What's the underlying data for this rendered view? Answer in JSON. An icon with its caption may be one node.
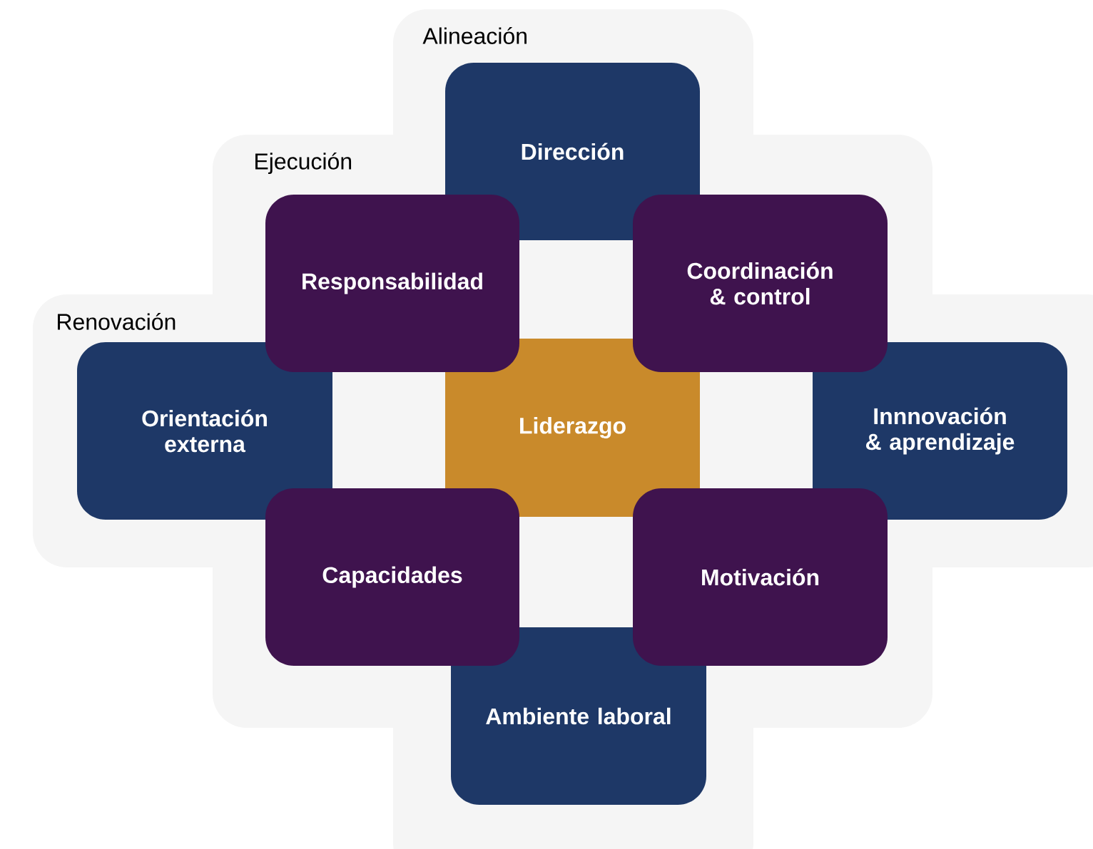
{
  "diagram": {
    "nodes": [
      {
        "text": [
          "Dirección"
        ]
      },
      {
        "text": [
          "Responsabilidad"
        ]
      },
      {
        "text": [
          "Coordinación & control"
        ]
      },
      {
        "text": [
          "Orientación externa"
        ]
      },
      {
        "text": [
          "Liderazgo"
        ]
      },
      {
        "text": [
          "Innnovación & aprendizaje"
        ]
      },
      {
        "text": [
          "Capacidades"
        ]
      },
      {
        "text": [
          "Motivación"
        ]
      },
      {
        "text": [
          "Ambiente laboral"
        ]
      }
    ],
    "labels": [
      "Alineación",
      "Ejecución",
      "Renovación"
    ]
  }
}
